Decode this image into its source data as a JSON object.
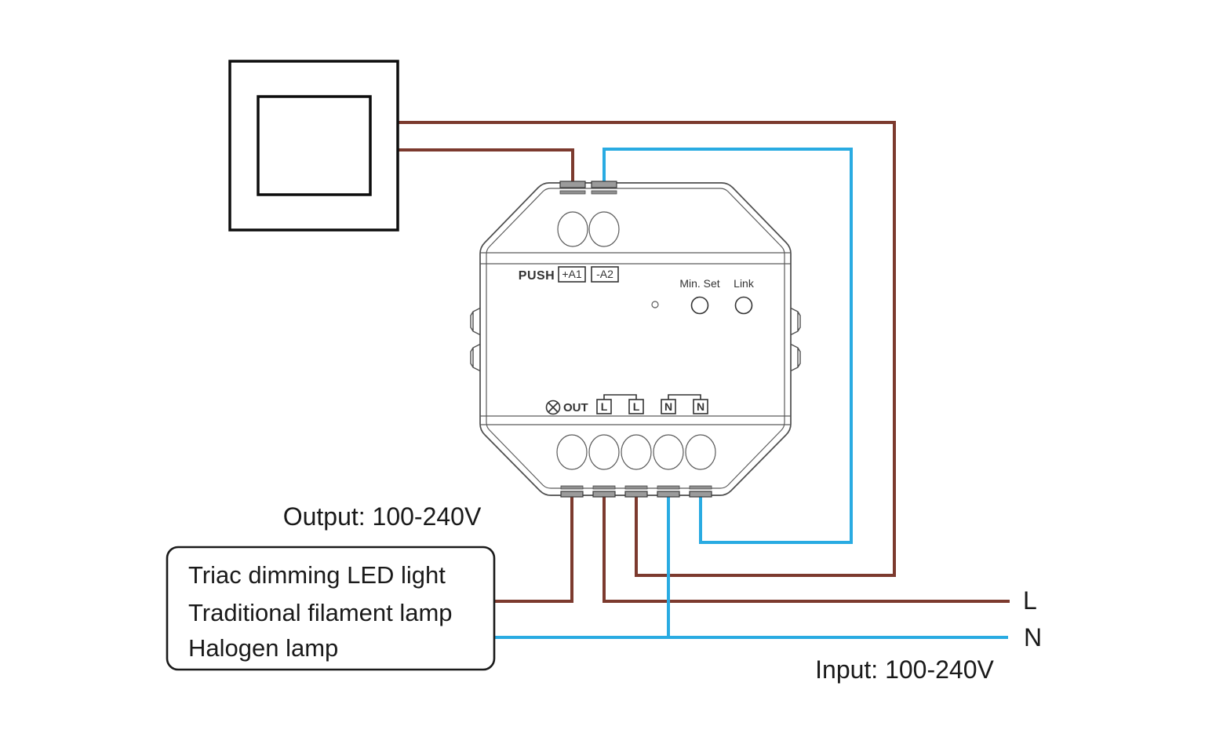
{
  "colors": {
    "live_wire": "#7C3A2E",
    "neutral_wire": "#29ABE2",
    "outline": "#4D4D4D",
    "ink": "#1A1A1A"
  },
  "device": {
    "push": "PUSH",
    "a1": "+A1",
    "a2": "-A2",
    "min_set": "Min. Set",
    "link": "Link",
    "out": "OUT",
    "l": "L",
    "n": "N"
  },
  "annotations": {
    "output": "Output: 100-240V",
    "input": "Input: 100-240V",
    "line": "L",
    "neutral": "N"
  },
  "load_box": {
    "lines": [
      "Triac dimming LED light",
      "Traditional filament lamp",
      "Halogen lamp"
    ]
  }
}
